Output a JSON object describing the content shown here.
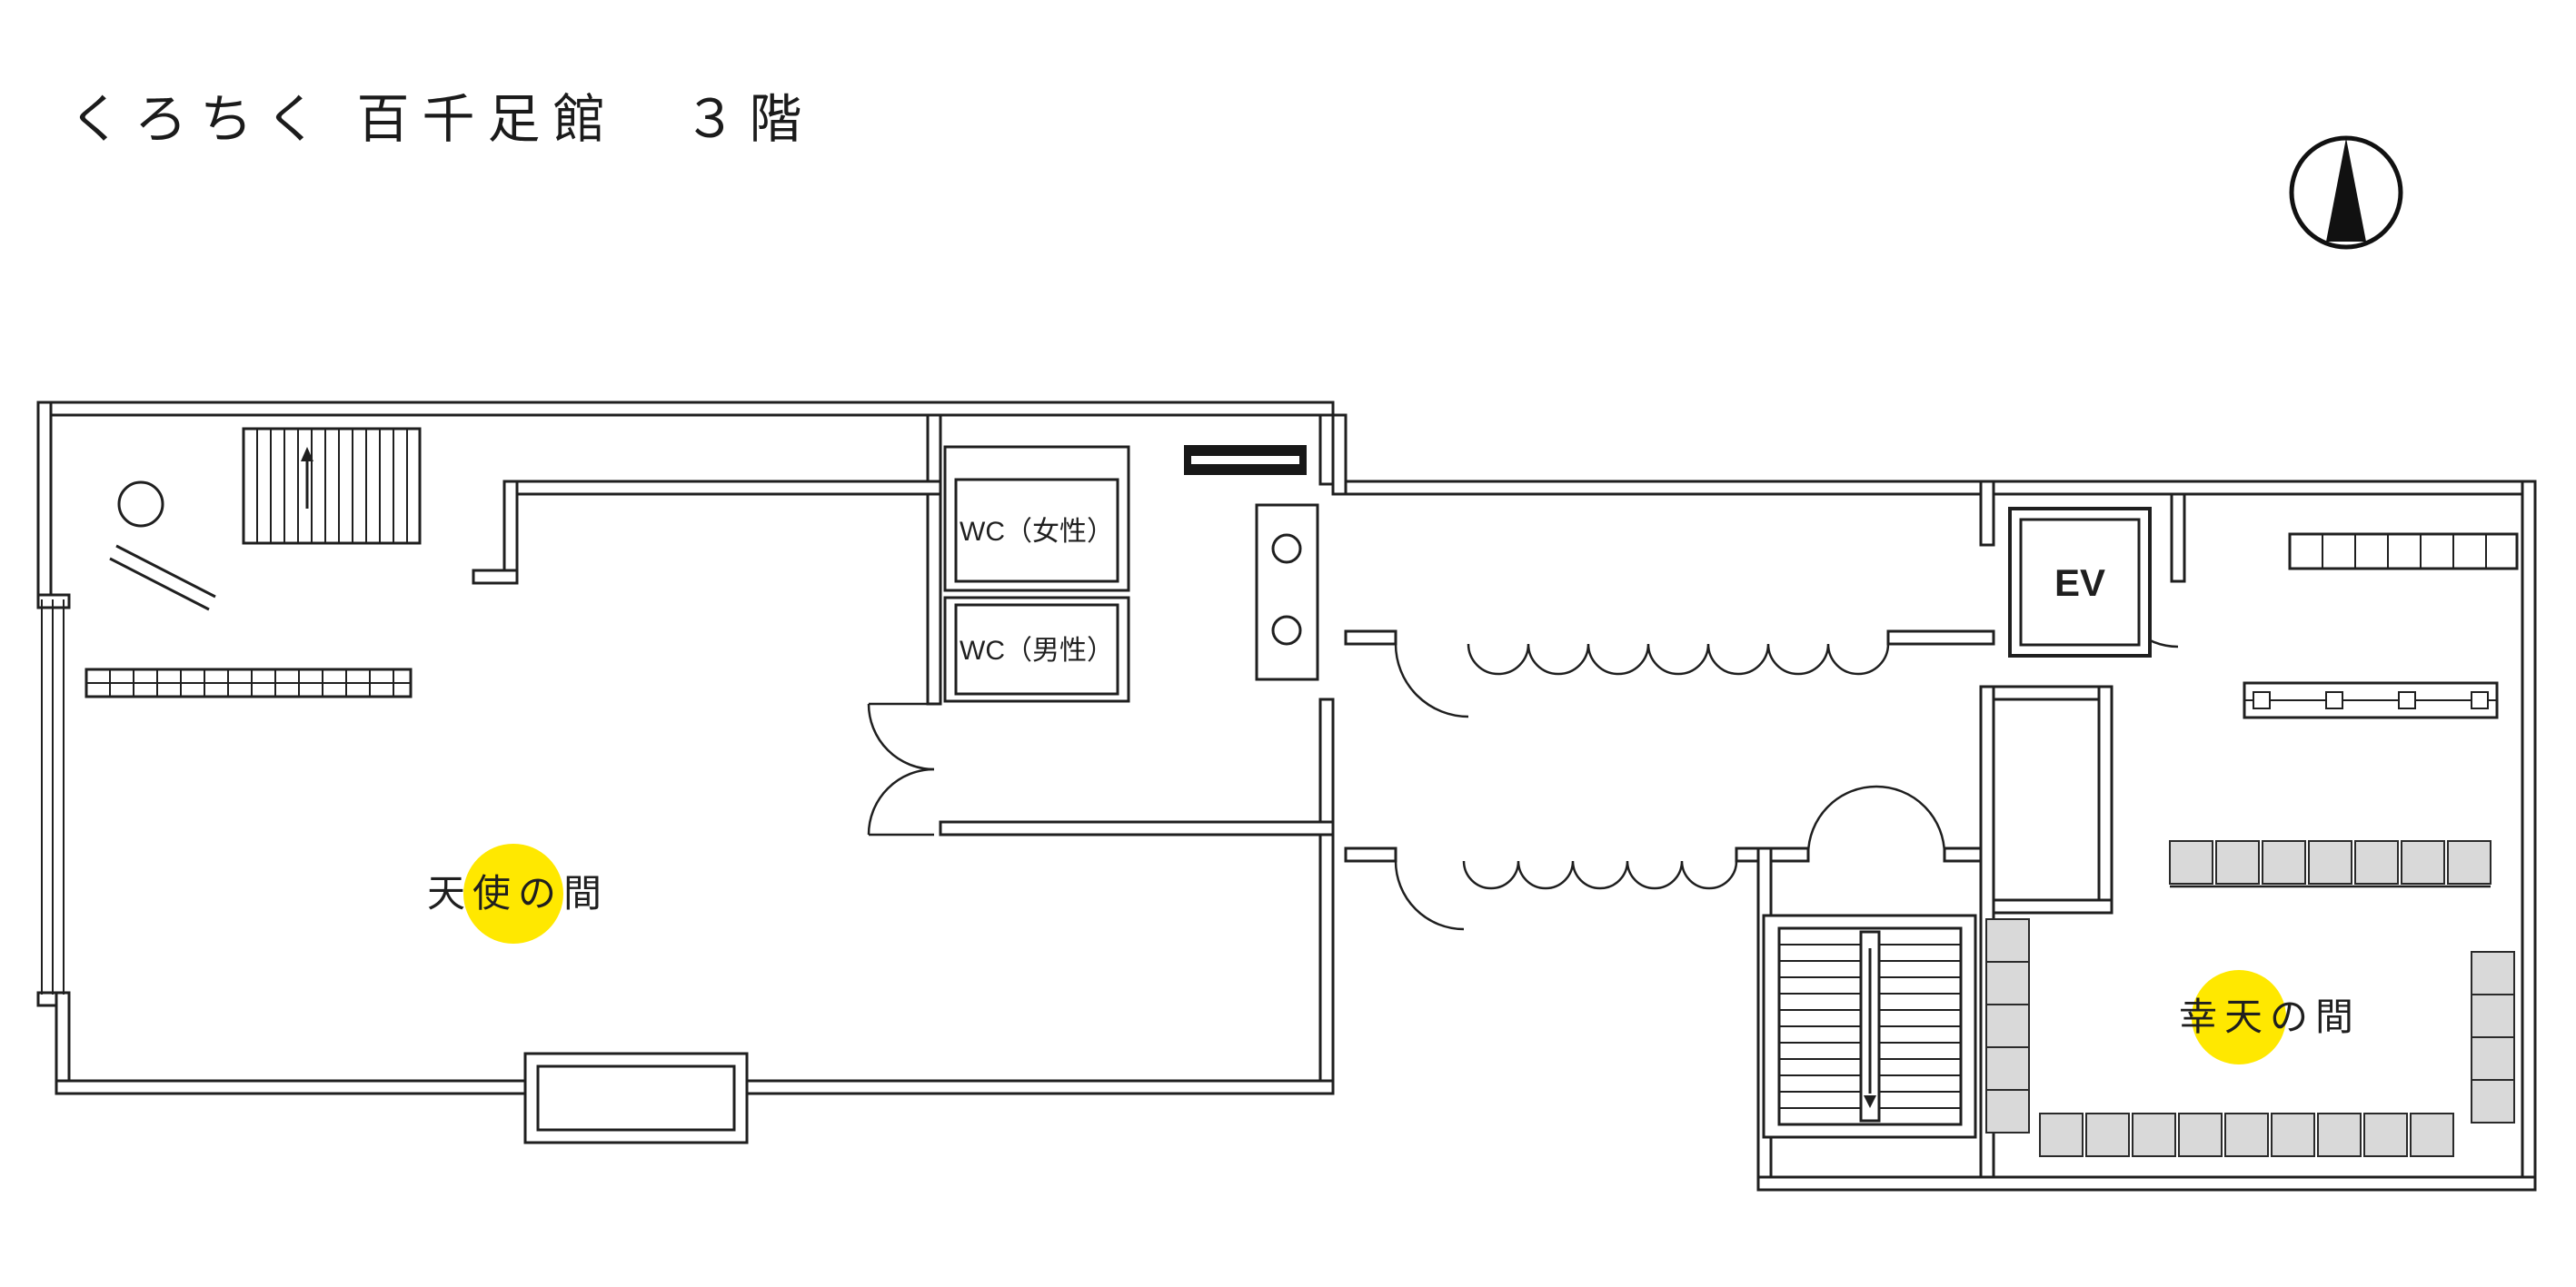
{
  "header": {
    "title": "くろちく 百千足館　３階"
  },
  "compass": {
    "name": "north-arrow"
  },
  "rooms": {
    "left": {
      "label": "天使の間"
    },
    "right": {
      "label": "幸天の間"
    },
    "wc_female": {
      "label": "WC（女性）"
    },
    "wc_male": {
      "label": "WC（男性）"
    },
    "elevator": {
      "label": "EV"
    }
  },
  "colors": {
    "background": "#ffffff",
    "line": "#1f1f1f",
    "highlight": "#ffe800",
    "furniture": "#d9d9d9"
  }
}
